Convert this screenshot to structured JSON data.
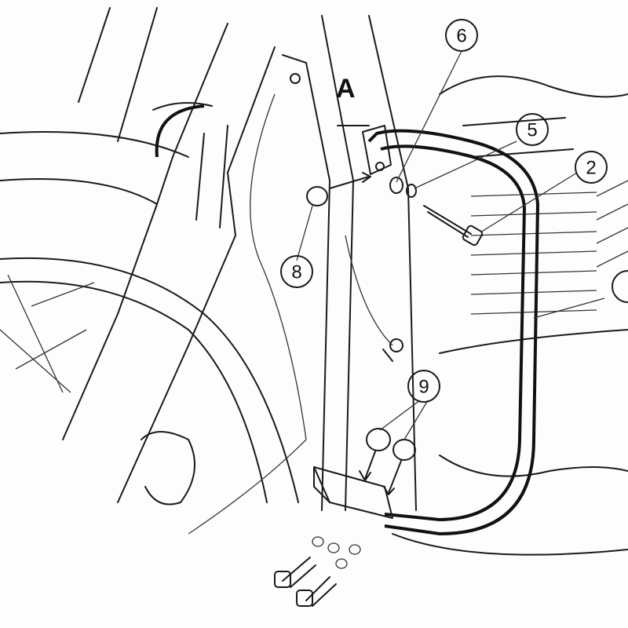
{
  "diagram": {
    "view_label": "A",
    "callouts": [
      {
        "id": "6",
        "label": "6"
      },
      {
        "id": "5",
        "label": "5"
      },
      {
        "id": "2",
        "label": "2"
      },
      {
        "id": "8",
        "label": "8"
      },
      {
        "id": "9",
        "label": "9"
      }
    ],
    "line_color": "#111111",
    "background": "#ffffff"
  }
}
